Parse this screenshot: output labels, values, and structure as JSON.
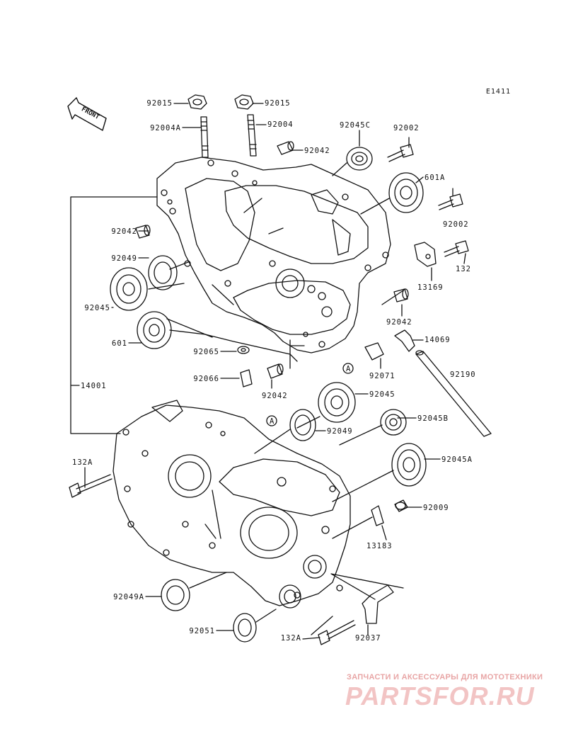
{
  "diagram_code": "E1411",
  "front_label": "FRONT",
  "watermark": {
    "line": "ЗАПЧАСТИ И АКСЕССУАРЫ ДЛЯ МОТОТЕХНИКИ",
    "logo": "PARTSFOR.RU"
  },
  "parts": [
    {
      "id": "p1",
      "label": "92015"
    },
    {
      "id": "p2",
      "label": "92015"
    },
    {
      "id": "p3",
      "label": "92004A"
    },
    {
      "id": "p4",
      "label": "92004"
    },
    {
      "id": "p5",
      "label": "92045C"
    },
    {
      "id": "p6",
      "label": "92002"
    },
    {
      "id": "p7",
      "label": "92042"
    },
    {
      "id": "p8",
      "label": "601A"
    },
    {
      "id": "p9",
      "label": "92002"
    },
    {
      "id": "p10",
      "label": "92042"
    },
    {
      "id": "p11",
      "label": "92049"
    },
    {
      "id": "p12",
      "label": "132"
    },
    {
      "id": "p13",
      "label": "13169"
    },
    {
      "id": "p14",
      "label": "92045"
    },
    {
      "id": "p15",
      "label": "92042"
    },
    {
      "id": "p16",
      "label": "601"
    },
    {
      "id": "p17",
      "label": "14069"
    },
    {
      "id": "p18",
      "label": "92065"
    },
    {
      "id": "p19",
      "label": "92071"
    },
    {
      "id": "p20",
      "label": "92190"
    },
    {
      "id": "p21",
      "label": "92066"
    },
    {
      "id": "p22",
      "label": "14001"
    },
    {
      "id": "p23",
      "label": "92042"
    },
    {
      "id": "p24",
      "label": "92045"
    },
    {
      "id": "p25",
      "label": "92045B"
    },
    {
      "id": "p26",
      "label": "92049"
    },
    {
      "id": "p27",
      "label": "132A"
    },
    {
      "id": "p28",
      "label": "92045A"
    },
    {
      "id": "p29",
      "label": "92009"
    },
    {
      "id": "p30",
      "label": "13183"
    },
    {
      "id": "p31",
      "label": "92049A"
    },
    {
      "id": "p32",
      "label": "92051"
    },
    {
      "id": "p33",
      "label": "132A"
    },
    {
      "id": "p34",
      "label": "92037"
    }
  ],
  "callout_marks": [
    {
      "id": "a1",
      "label": "A"
    },
    {
      "id": "a2",
      "label": "A"
    }
  ]
}
